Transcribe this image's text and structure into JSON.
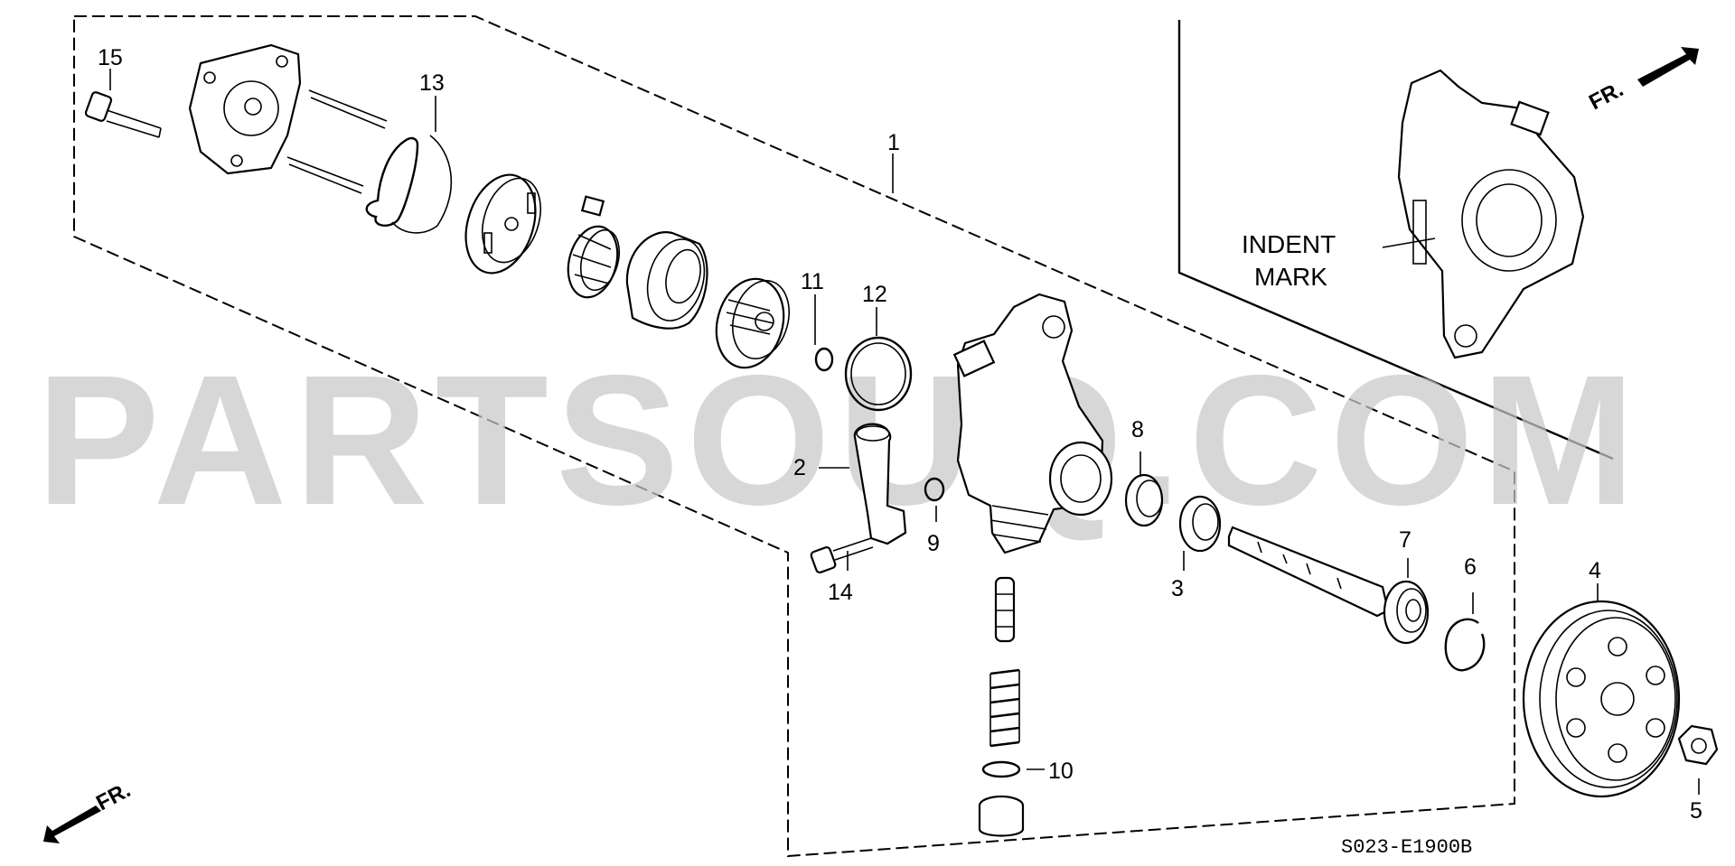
{
  "watermark": "PARTSOUQ.COM",
  "diagram_code": "S023-E1900B",
  "indent_note": {
    "line1": "INDENT",
    "line2": "MARK"
  },
  "direction_labels": {
    "top_right": "FR.",
    "bottom_left": "FR."
  },
  "callouts": [
    "1",
    "2",
    "3",
    "4",
    "5",
    "6",
    "7",
    "8",
    "9",
    "10",
    "11",
    "12",
    "13",
    "14",
    "15"
  ]
}
